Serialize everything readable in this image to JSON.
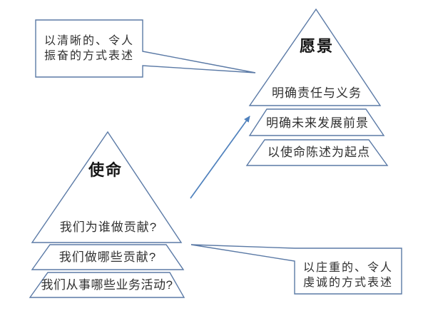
{
  "diagram": {
    "background_color": "#ffffff",
    "outline_color": "#5b7aa6",
    "arrow_color": "#4f81bd",
    "vision_pyramid": {
      "title": "愿景",
      "layers": [
        "明确责任与义务",
        "明确未来发展前景",
        "以使命陈述为起点"
      ]
    },
    "mission_pyramid": {
      "title": "使命",
      "layers": [
        "我们为谁做贡献?",
        "我们做哪些贡献?",
        "我们从事哪些业务活动?"
      ]
    },
    "callout_vision": {
      "line1": "以清晰的、令人",
      "line2": "振奋的方式表述"
    },
    "callout_mission": {
      "line1": "以庄重的、令人",
      "line2": "虔诚的方式表述"
    }
  }
}
